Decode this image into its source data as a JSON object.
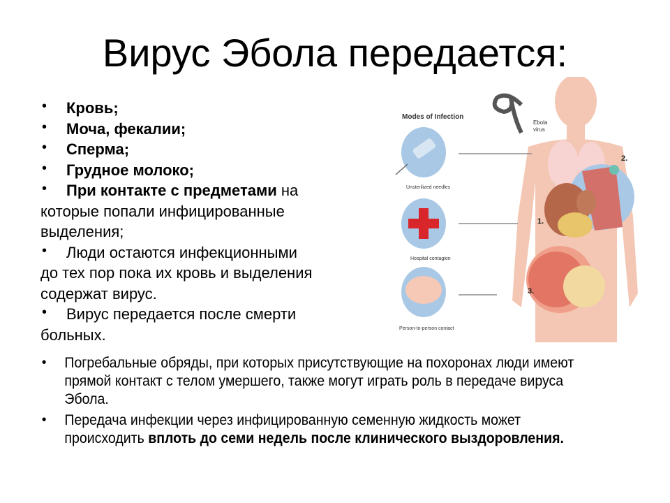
{
  "slide": {
    "title": "Вирус Эбола передается:",
    "bullets": [
      {
        "bold": "Кровь;",
        "normal": ""
      },
      {
        "bold": "Моча, фекалии;",
        "normal": ""
      },
      {
        "bold": "Сперма;",
        "normal": ""
      },
      {
        "bold": "Грудное молоко;",
        "normal": ""
      },
      {
        "bold": "При контакте с предметами",
        "normal": " на"
      }
    ],
    "cont1": [
      "которые попали инфицированные",
      "выделения;"
    ],
    "bullet6": "Люди остаются инфекционными",
    "cont2": [
      "до тех пор пока их кровь  и выделения",
      "содержат вирус."
    ],
    "bullet7": "Вирус передается после смерти",
    "cont3": [
      "больных."
    ],
    "bottom": {
      "item1": "Погребальные обряды, при которых присутствующие на похоронах люди имеют прямой контакт с телом умершего, также могут играть роль в передаче вируса Эбола.",
      "item2_normal": " Передача инфекции через инфицированную семенную жидкость может происходить ",
      "item2_bold": "вплоть до семи недель после клинического выздоровления."
    }
  },
  "figure": {
    "heading": "Modes of Infection",
    "virus_label_1": "Ebola",
    "virus_label_2": "virus",
    "modes": [
      "Unsterilized needles",
      "Hospital contagion",
      "Person-to-person contact"
    ],
    "markers": [
      "1.",
      "2.",
      "3."
    ],
    "colors": {
      "skin": "#f3c7b4",
      "circle": "#a9c8e6",
      "cross": "#d8262a",
      "organ": "#b5674a"
    }
  }
}
